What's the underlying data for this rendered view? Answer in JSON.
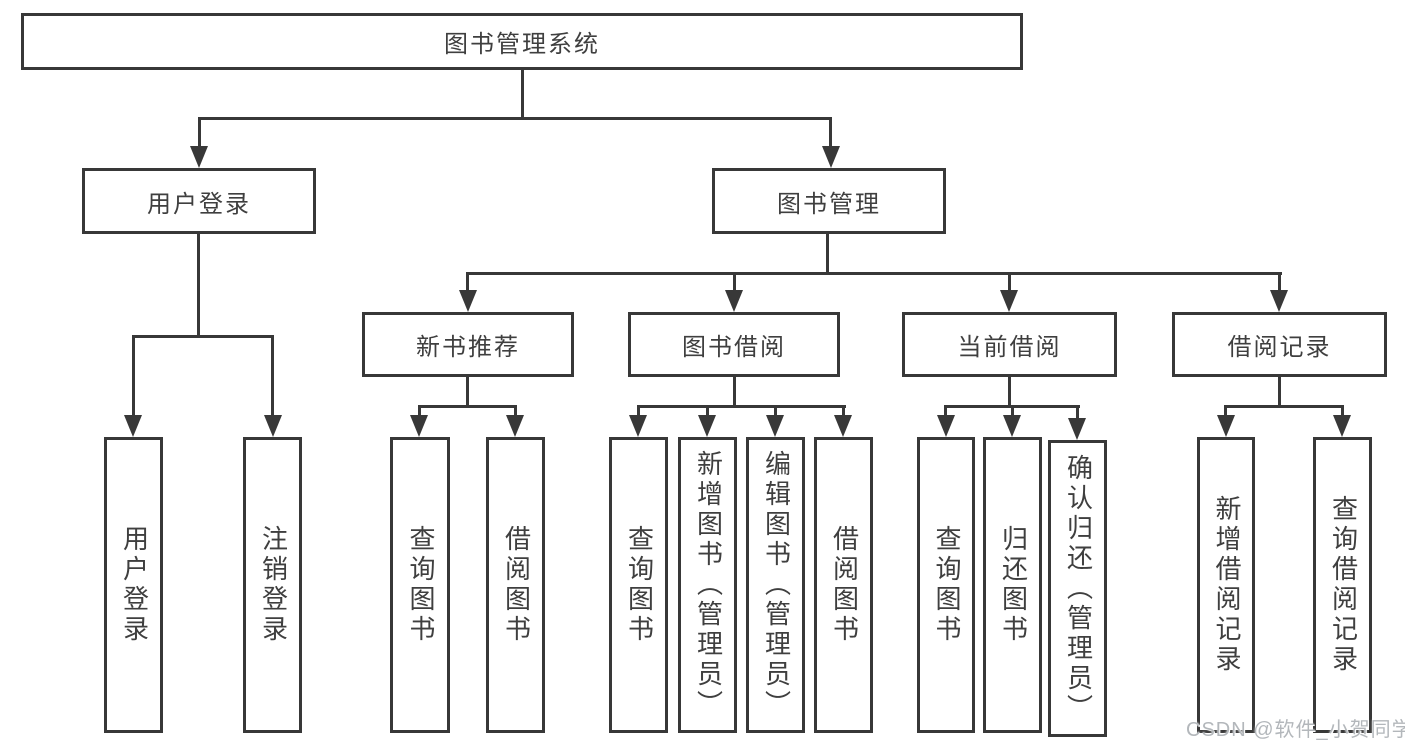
{
  "tree": {
    "root": {
      "label": "图书管理系统"
    },
    "branches": [
      {
        "label": "用户登录",
        "children": [
          "用户登录",
          "注销登录"
        ]
      },
      {
        "label": "图书管理",
        "sections": [
          {
            "label": "新书推荐",
            "children": [
              "查询图书",
              "借阅图书"
            ]
          },
          {
            "label": "图书借阅",
            "children": [
              "查询图书",
              "新增图书（管理员）",
              "编辑图书（管理员）",
              "借阅图书"
            ]
          },
          {
            "label": "当前借阅",
            "children": [
              "查询图书",
              "归还图书",
              "确认归还（管理员）"
            ]
          },
          {
            "label": "借阅记录",
            "children": [
              "新增借阅记录",
              "查询借阅记录"
            ]
          }
        ]
      }
    ]
  },
  "watermark": "CSDN @软件_小贺同学",
  "colors": {
    "line": "#383838",
    "text": "#3f3f3f",
    "background": "#ffffff",
    "watermark": "#b3b7bb"
  }
}
